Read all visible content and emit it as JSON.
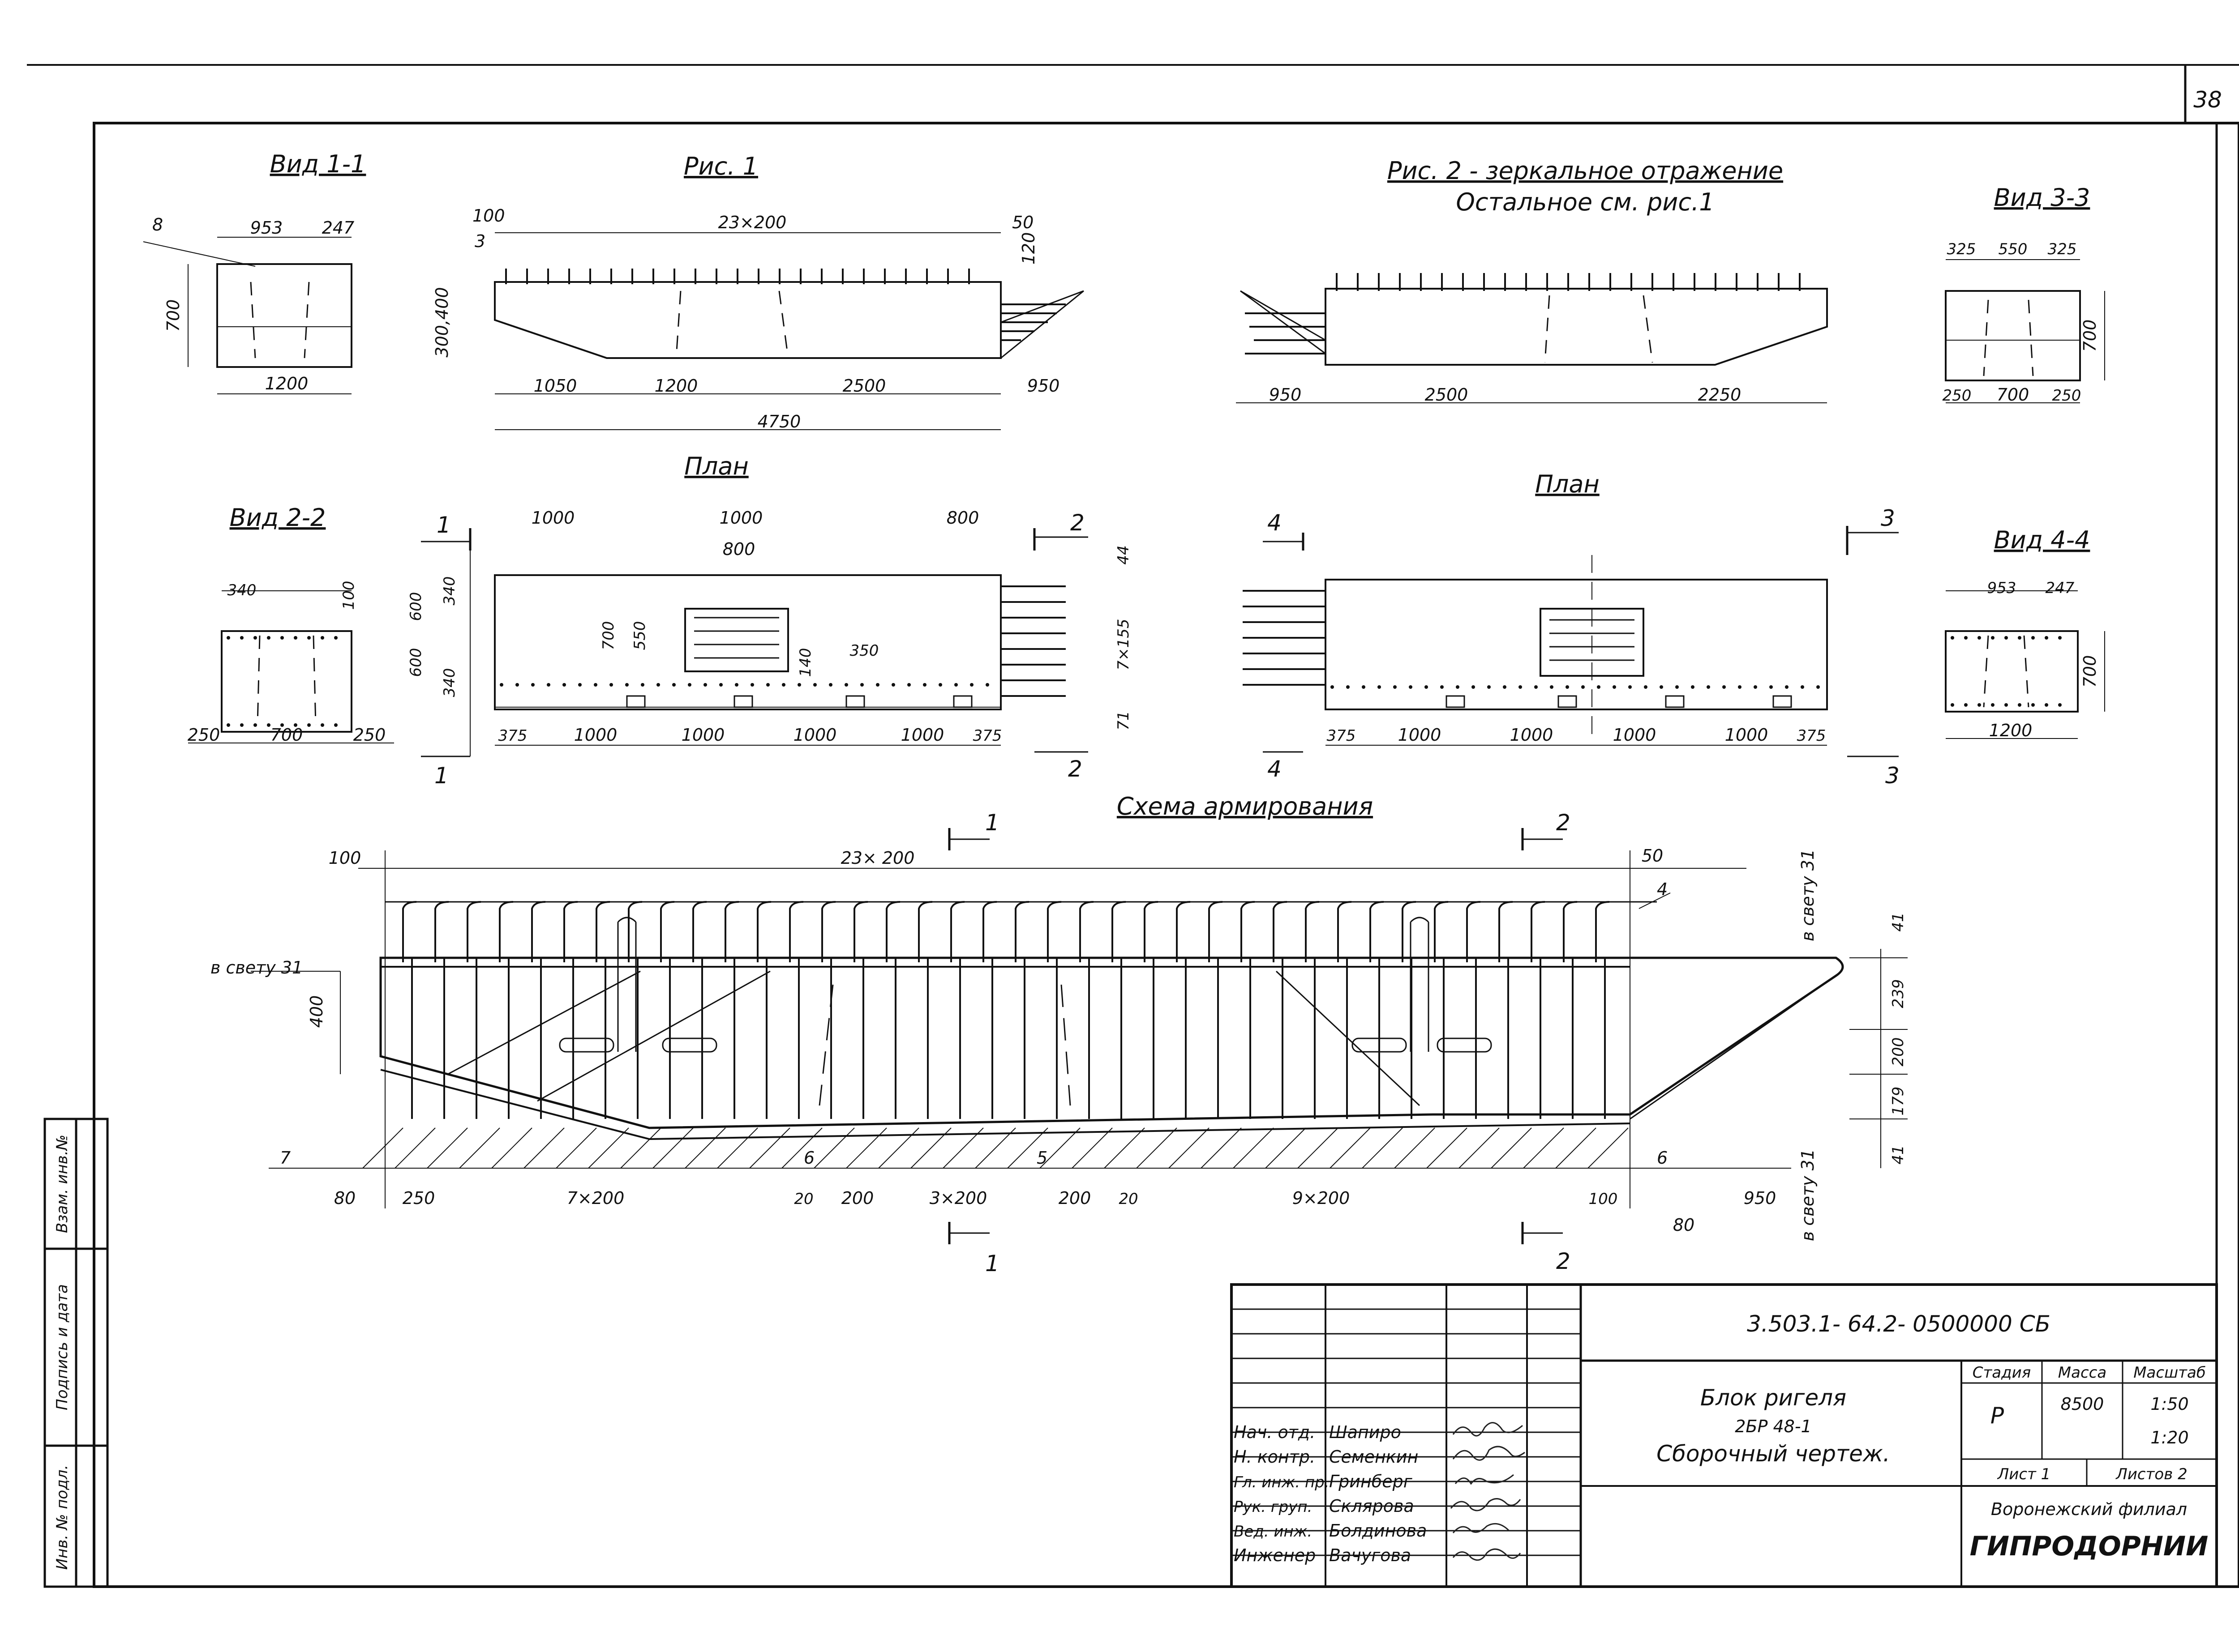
{
  "sheet": {
    "page_number": "38"
  },
  "views": {
    "vid11": {
      "title": "Вид 1-1",
      "dims": [
        "953",
        "247",
        "700",
        "1200",
        "8"
      ]
    },
    "ris1": {
      "title": "Рис. 1",
      "dims": [
        "100",
        "23×200",
        "50",
        "120",
        "3",
        "300,400",
        "1050",
        "1200",
        "2500",
        "950",
        "4750"
      ]
    },
    "ris2": {
      "title": "Рис. 2 - зеркальное отражение",
      "subtitle": "Остальное см. рис.1",
      "dims": [
        "950",
        "2500",
        "2250"
      ]
    },
    "vid33": {
      "title": "Вид 3-3",
      "dims": [
        "325",
        "550",
        "325",
        "700",
        "250",
        "700",
        "250"
      ]
    },
    "vid22": {
      "title": "Вид 2-2",
      "dims": [
        "340",
        "100",
        "250",
        "700",
        "250"
      ]
    },
    "plan1": {
      "title": "План",
      "dims_top": [
        "1000",
        "1000",
        "800",
        "800"
      ],
      "dims_side": [
        "600",
        "340",
        "600",
        "340",
        "700",
        "550",
        "140",
        "350"
      ],
      "dims_right": [
        "44",
        "7×155",
        "71"
      ],
      "dims_bottom": [
        "375",
        "1000",
        "1000",
        "1000",
        "1000",
        "375"
      ],
      "section_marks": [
        "1",
        "1",
        "2",
        "2"
      ]
    },
    "plan2": {
      "title": "План",
      "dims_bottom": [
        "375",
        "1000",
        "1000",
        "1000",
        "1000",
        "375"
      ],
      "section_marks": [
        "4",
        "4",
        "3",
        "3"
      ]
    },
    "vid44": {
      "title": "Вид 4-4",
      "dims": [
        "953",
        "247",
        "700",
        "1200"
      ]
    }
  },
  "schema": {
    "title": "Схема армирования",
    "dims_top": [
      "100",
      "23× 200",
      "50"
    ],
    "dims_left": [
      "400"
    ],
    "dims_right": [
      "41",
      "239",
      "200",
      "179",
      "41"
    ],
    "clearance_labels": [
      "в свету 31",
      "в свету 31",
      "в свету 31"
    ],
    "position_marks": [
      "4",
      "7",
      "6",
      "5",
      "6"
    ],
    "dims_bottom": [
      "80",
      "250",
      "7×200",
      "20",
      "200",
      "3×200",
      "200",
      "20",
      "9×200",
      "100",
      "950",
      "80"
    ],
    "section_marks": [
      "1",
      "2",
      "1",
      "2"
    ]
  },
  "side_stamp": [
    "Инв. № подл.",
    "Подпись и дата",
    "Взам. инв.№"
  ],
  "title_block": {
    "document_code": "3.503.1- 64.2- 0500000 СБ",
    "name_line1": "Блок ригеля",
    "name_line2": "2БР 48-1",
    "name_line3": "Сборочный чертеж.",
    "stage_header": "Стадия",
    "mass_header": "Масса",
    "scale_header": "Масштаб",
    "stage": "Р",
    "mass": "8500",
    "scale1": "1:50",
    "scale2": "1:20",
    "sheet_label": "Лист 1",
    "sheets_label": "Листов 2",
    "org_line1": "Воронежский филиал",
    "org_line2": "ГИПРОДОРНИИ",
    "staff": [
      {
        "role": "Нач. отд.",
        "name": "Шапиро"
      },
      {
        "role": "Н. контр.",
        "name": "Семенкин"
      },
      {
        "role": "Гл. инж. пр.",
        "name": "Гринберг"
      },
      {
        "role": "Рук. груп.",
        "name": "Склярова"
      },
      {
        "role": "Вед. инж.",
        "name": "Болдинова"
      },
      {
        "role": "Инженер",
        "name": "Вачугова"
      }
    ]
  }
}
